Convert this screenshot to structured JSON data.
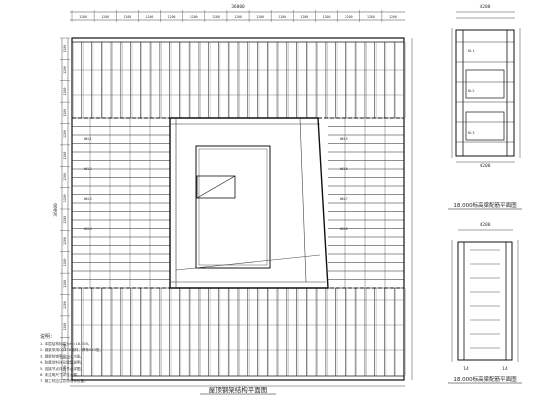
{
  "drawing": {
    "main_plan": {
      "title": "屋顶钢架结构平面图",
      "top_dim_total": "36000",
      "left_dim_total": "36000",
      "top_dims": [
        "1200",
        "1200",
        "1200",
        "1200",
        "1200",
        "1200",
        "1200",
        "1200",
        "1200",
        "1200",
        "1200",
        "1200",
        "1200",
        "1200",
        "1200"
      ],
      "left_dims": [
        "1200",
        "1200",
        "1200",
        "1200",
        "1200",
        "1200",
        "1200",
        "1200",
        "1200",
        "1200",
        "1200",
        "1200",
        "1200",
        "1200",
        "1200",
        "1200"
      ],
      "beam_tags": [
        "WKL1",
        "WKL2",
        "WKL3",
        "WKL4",
        "WKL5",
        "WKL6",
        "WKL7",
        "WKL8"
      ],
      "notes_header": "说明：",
      "notes": [
        "1. 本层结构标高为H=18.000。",
        "2. 钢梁采用Q235B钢材，焊条E43型。",
        "3. 钢梁除锈等级Sa2.5级。",
        "4. 防腐涂料详见建筑说明。",
        "5. 连接节点详见节点详图。",
        "6. 未注明尺寸详见大样。",
        "7. 施工时应注意预埋件位置。"
      ]
    },
    "detail_1": {
      "title": "18.000标高梁配筋平面图",
      "top_dim": "4200",
      "bottom_dim": "4200",
      "tags": [
        "KL1",
        "KL2",
        "KL3"
      ]
    },
    "detail_2": {
      "title": "18.000标高梁配筋平面图",
      "top_dim": "4200",
      "bottom_labels": [
        "14",
        "14"
      ]
    }
  }
}
